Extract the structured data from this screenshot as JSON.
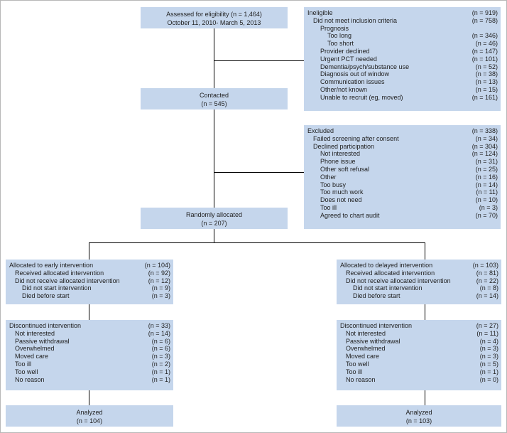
{
  "assessed": {
    "line1": "Assessed for eligibility (n = 1,464)",
    "line2": "October 11, 2010- March 5, 2013"
  },
  "contacted": {
    "line1": "Contacted",
    "line2": "(n = 545)"
  },
  "randomized": {
    "line1": "Randomly allocated",
    "line2": "(n = 207)"
  },
  "ineligible": [
    {
      "label": "Ineligible",
      "count": "(n = 919)",
      "level": 0
    },
    {
      "label": "Did not meet inclusion criteria",
      "count": "(n = 758)",
      "level": 1
    },
    {
      "label": "Prognosis",
      "count": "",
      "level": 2
    },
    {
      "label": "Too long",
      "count": "(n = 346)",
      "level": 3
    },
    {
      "label": "Too short",
      "count": "(n = 46)",
      "level": 3
    },
    {
      "label": "Provider declined",
      "count": "(n = 147)",
      "level": 2
    },
    {
      "label": "Urgent PCT needed",
      "count": "(n = 101)",
      "level": 2
    },
    {
      "label": "Dementia/psych/substance use",
      "count": "(n = 52)",
      "level": 2
    },
    {
      "label": "Diagnosis out of window",
      "count": "(n = 38)",
      "level": 2
    },
    {
      "label": "Communication issues",
      "count": "(n = 13)",
      "level": 2
    },
    {
      "label": "Other/not known",
      "count": "(n = 15)",
      "level": 2
    },
    {
      "label": "Unable to recruit (eg, moved)",
      "count": "(n = 161)",
      "level": 2
    }
  ],
  "excluded": [
    {
      "label": "Excluded",
      "count": "(n = 338)",
      "level": 0
    },
    {
      "label": "Failed screening after consent",
      "count": "(n = 34)",
      "level": 1
    },
    {
      "label": "Declined participation",
      "count": "(n = 304)",
      "level": 1
    },
    {
      "label": "Not interested",
      "count": "(n = 124)",
      "level": 2
    },
    {
      "label": "Phone issue",
      "count": "(n = 31)",
      "level": 2
    },
    {
      "label": "Other soft refusal",
      "count": "(n = 25)",
      "level": 2
    },
    {
      "label": "Other",
      "count": "(n = 16)",
      "level": 2
    },
    {
      "label": "Too busy",
      "count": "(n = 14)",
      "level": 2
    },
    {
      "label": "Too much work",
      "count": "(n = 11)",
      "level": 2
    },
    {
      "label": "Does not need",
      "count": "(n = 10)",
      "level": 2
    },
    {
      "label": "Too ill",
      "count": "(n = 3)",
      "level": 2
    },
    {
      "label": "Agreed to chart audit",
      "count": "(n = 70)",
      "level": 2
    }
  ],
  "early_alloc": [
    {
      "label": "Allocated to early intervention",
      "count": "(n = 104)",
      "level": 0
    },
    {
      "label": "Received allocated intervention",
      "count": "(n = 92)",
      "level": 1
    },
    {
      "label": "Did not receive allocated intervention",
      "count": "(n = 12)",
      "level": 1
    },
    {
      "label": "Did not start intervention",
      "count": "(n = 9)",
      "level": 2
    },
    {
      "label": "Died before start",
      "count": "(n = 3)",
      "level": 2
    }
  ],
  "delayed_alloc": [
    {
      "label": "Allocated to delayed intervention",
      "count": "(n = 103)",
      "level": 0
    },
    {
      "label": "Received allocated intervention",
      "count": "(n = 81)",
      "level": 1
    },
    {
      "label": "Did not receive allocated intervention",
      "count": "(n = 22)",
      "level": 1
    },
    {
      "label": "Did not start intervention",
      "count": "(n = 8)",
      "level": 2
    },
    {
      "label": "Died before start",
      "count": "(n = 14)",
      "level": 2
    }
  ],
  "early_disc": [
    {
      "label": "Discontinued intervention",
      "count": "(n = 33)",
      "level": 0
    },
    {
      "label": "Not interested",
      "count": "(n = 14)",
      "level": 1
    },
    {
      "label": "Passive withdrawal",
      "count": "(n = 6)",
      "level": 1
    },
    {
      "label": "Overwhelmed",
      "count": "(n = 6)",
      "level": 1
    },
    {
      "label": "Moved care",
      "count": "(n = 3)",
      "level": 1
    },
    {
      "label": "Too ill",
      "count": "(n = 2)",
      "level": 1
    },
    {
      "label": "Too well",
      "count": "(n = 1)",
      "level": 1
    },
    {
      "label": "No reason",
      "count": "(n = 1)",
      "level": 1
    }
  ],
  "delayed_disc": [
    {
      "label": "Discontinued intervention",
      "count": "(n = 27)",
      "level": 0
    },
    {
      "label": "Not interested",
      "count": "(n = 11)",
      "level": 1
    },
    {
      "label": "Passive withdrawal",
      "count": "(n = 4)",
      "level": 1
    },
    {
      "label": "Overwhelmed",
      "count": "(n = 3)",
      "level": 1
    },
    {
      "label": "Moved care",
      "count": "(n = 3)",
      "level": 1
    },
    {
      "label": "Too well",
      "count": "(n = 5)",
      "level": 1
    },
    {
      "label": "Too ill",
      "count": "(n = 1)",
      "level": 1
    },
    {
      "label": "No reason",
      "count": "(n = 0)",
      "level": 1
    }
  ],
  "early_analyzed": {
    "line1": "Analyzed",
    "line2": "(n = 104)"
  },
  "delayed_analyzed": {
    "line1": "Analyzed",
    "line2": "(n = 103)"
  },
  "colors": {
    "box_fill": "#c5d6ec",
    "connector": "#000000"
  }
}
